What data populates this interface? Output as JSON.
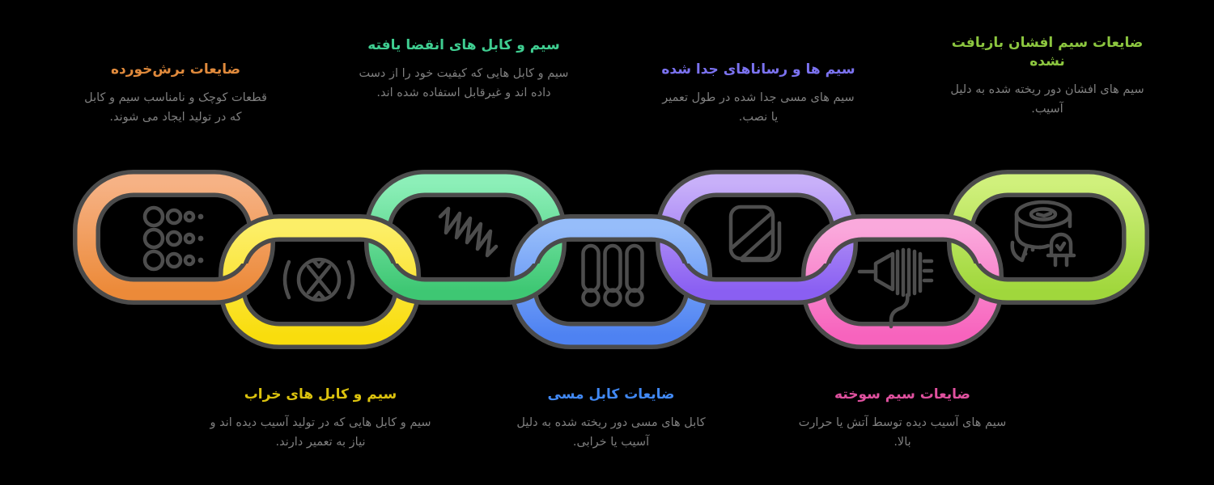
{
  "page": {
    "background": "#000000",
    "chain_outline_color": "#4B4B4B",
    "icon_stroke_color": "#4d4d4d",
    "description_color": "#7f7f7f"
  },
  "items": [
    {
      "index": 1,
      "label_position": "top",
      "title": "ضایعات برش‌خورده",
      "title_color": "#E08A3C",
      "description": "قطعات کوچک و نامناسب سیم و کابل که در تولید ایجاد می شوند.",
      "gradient_top": "#F6B285",
      "gradient_bottom": "#EC8A39",
      "icon": "cut-pieces-icon"
    },
    {
      "index": 2,
      "label_position": "bottom",
      "title": "سیم و کابل های خراب",
      "title_color": "#DCC30E",
      "description": "سیم و کابل هایی که در تولید آسیب دیده اند و نیاز به تعمیر دارند.",
      "gradient_top": "#FCEE67",
      "gradient_bottom": "#F9DD0D",
      "icon": "damaged-coil-icon"
    },
    {
      "index": 3,
      "label_position": "top",
      "title": "سیم و کابل های انقضا یافته",
      "title_color": "#3FCE91",
      "description": "سیم و کابل هایی که کیفیت خود را از دست داده اند و غیرقابل استفاده شده اند.",
      "gradient_top": "#8CEFB8",
      "gradient_bottom": "#3EC773",
      "icon": "coiled-wire-icon"
    },
    {
      "index": 4,
      "label_position": "bottom",
      "title": "ضایعات کابل مسی",
      "title_color": "#4189F5",
      "description": "کابل های مسی دور ریخته شده به دلیل آسیب یا خرابی.",
      "gradient_top": "#96BDFA",
      "gradient_bottom": "#4E82F2",
      "icon": "cable-ends-icon"
    },
    {
      "index": 5,
      "label_position": "top",
      "title": "سیم ها و رساناهای جدا شده",
      "title_color": "#7B72F0",
      "description": "سیم های مسی جدا شده در طول تعمیر یا نصب.",
      "gradient_top": "#C8B0F9",
      "gradient_bottom": "#8A5FF2",
      "icon": "separated-conductors-icon"
    },
    {
      "index": 6,
      "label_position": "bottom",
      "title": "ضایعات سیم سوخته",
      "title_color": "#E0519F",
      "description": "سیم های آسیب دیده توسط آتش یا حرارت بالا.",
      "gradient_top": "#FAA9DC",
      "gradient_bottom": "#F763BD",
      "icon": "stripped-cable-icon"
    },
    {
      "index": 7,
      "label_position": "top",
      "title": "ضایعات سیم افشان بازیافت نشده",
      "title_color": "#8CC63F",
      "description": "سیم های افشان دور ریخته شده به دلیل آسیب.",
      "gradient_top": "#D0F07C",
      "gradient_bottom": "#A0D73C",
      "icon": "wire-spool-icon"
    }
  ]
}
